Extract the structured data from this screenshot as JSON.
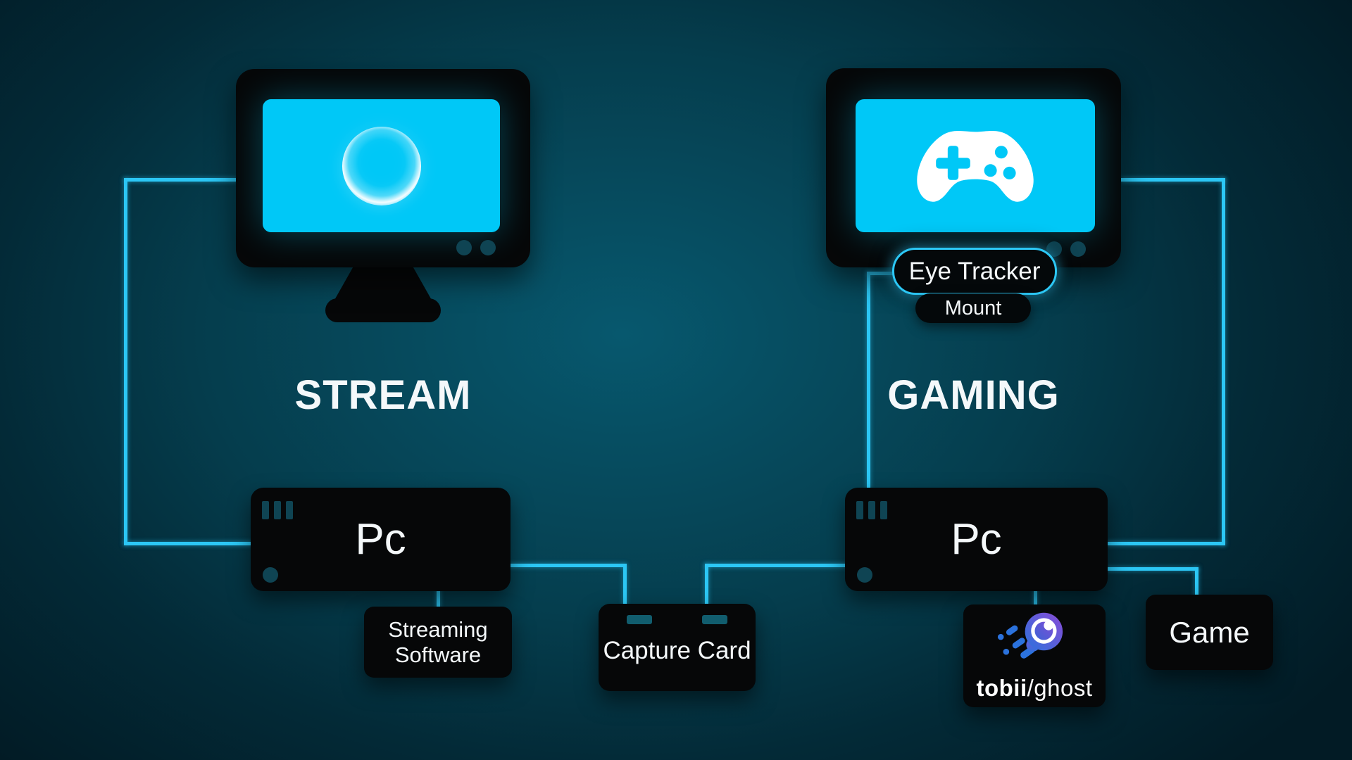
{
  "colors": {
    "accent": "#2cc7f5",
    "screen_cyan": "#00c8f7",
    "bg_center": "#07586e",
    "bg_mid": "#053d4d",
    "bg_edge": "#021b25",
    "box_black": "#060708",
    "text_white": "#f4f8fa",
    "detail_teal": "#0f4453",
    "slot_teal": "#115d6e",
    "tobii_blue": "#2b72dd",
    "tobii_purple": "#8a4bd6"
  },
  "stream": {
    "title": "STREAM",
    "pc_label": "Pc",
    "software_line1": "Streaming",
    "software_line2": "Software"
  },
  "capture": {
    "label": "Capture Card"
  },
  "gaming": {
    "title": "GAMING",
    "pc_label": "Pc",
    "eye_tracker_label": "Eye Tracker",
    "mount_label": "Mount",
    "game_label": "Game",
    "tobii_brand": "tobii",
    "tobii_product": "/ghost"
  }
}
